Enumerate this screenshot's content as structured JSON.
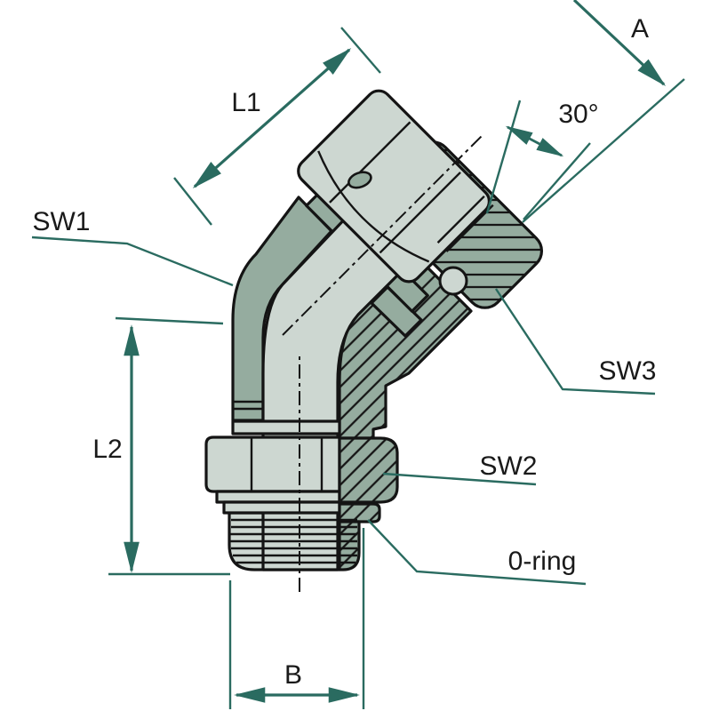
{
  "diagram": {
    "labels": {
      "l1": "L1",
      "a": "A",
      "angle30": "30°",
      "sw1": "SW1",
      "l2": "L2",
      "sw3": "SW3",
      "sw2": "SW2",
      "oring": "0-ring",
      "b": "B"
    },
    "colors": {
      "dimension": "#2a6b60",
      "outline": "#141414",
      "body_light": "#cdd7d1",
      "body_dark": "#95ac9f",
      "background": "#ffffff"
    }
  }
}
